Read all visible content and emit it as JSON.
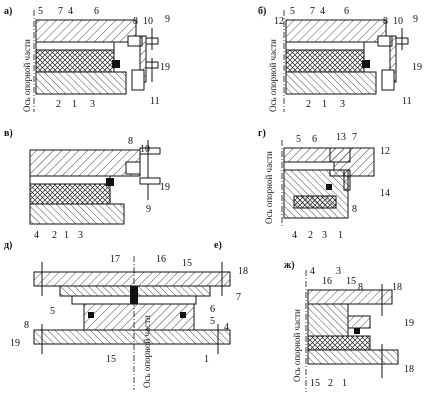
{
  "panels": [
    {
      "id": "a",
      "label": "а)",
      "axis_text": "Ось опорной части",
      "callouts": [
        "5",
        "7",
        "4",
        "6",
        "8",
        "10",
        "9",
        "19",
        "11",
        "2",
        "1",
        "3"
      ]
    },
    {
      "id": "b",
      "label": "б)",
      "axis_text": "Ось опорной части",
      "callouts": [
        "12",
        "5",
        "7",
        "4",
        "6",
        "8",
        "10",
        "9",
        "19",
        "11",
        "2",
        "1",
        "3"
      ]
    },
    {
      "id": "v",
      "label": "в)",
      "callouts": [
        "8",
        "10",
        "19",
        "9",
        "4",
        "2",
        "1",
        "3"
      ]
    },
    {
      "id": "g",
      "label": "г)",
      "axis_text": "Ось опорной части",
      "callouts": [
        "5",
        "6",
        "13",
        "7",
        "12",
        "14",
        "8",
        "4",
        "2",
        "3",
        "1"
      ]
    },
    {
      "id": "d",
      "label": "д)",
      "axis_text": "Ось опорной части",
      "callouts": [
        "17",
        "16",
        "15",
        "18",
        "7",
        "5",
        "6",
        "5",
        "4",
        "8",
        "19",
        "15",
        "1"
      ]
    },
    {
      "id": "e",
      "label": "е)"
    },
    {
      "id": "zh",
      "label": "ж)",
      "axis_text": "Ось опорной части",
      "callouts": [
        "4",
        "16",
        "3",
        "15",
        "8",
        "18",
        "19",
        "15",
        "2",
        "1",
        "18"
      ]
    }
  ]
}
